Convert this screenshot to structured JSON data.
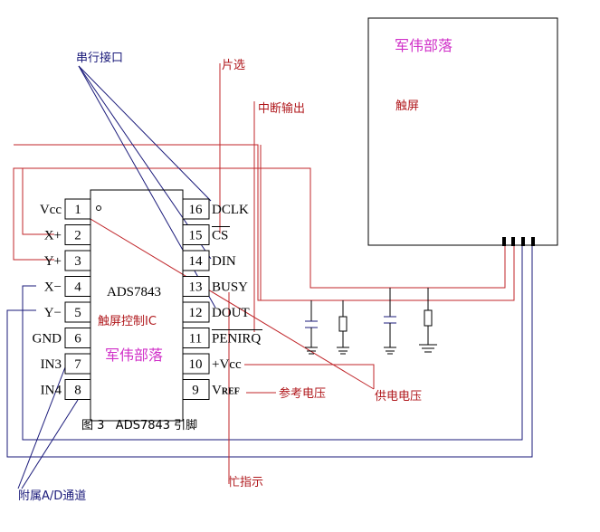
{
  "diagram": {
    "caption": "图 3   ADS7843 引脚",
    "ic": {
      "part_number": "ADS7843",
      "description": "触屏控制IC",
      "watermark": "军伟部落",
      "left_pins": [
        {
          "num": "1",
          "label": "Vcc"
        },
        {
          "num": "2",
          "label": "X+"
        },
        {
          "num": "3",
          "label": "Y+"
        },
        {
          "num": "4",
          "label": "X−"
        },
        {
          "num": "5",
          "label": "Y−"
        },
        {
          "num": "6",
          "label": "GND"
        },
        {
          "num": "7",
          "label": "IN3"
        },
        {
          "num": "8",
          "label": "IN4"
        }
      ],
      "right_pins": [
        {
          "num": "16",
          "label": "DCLK"
        },
        {
          "num": "15",
          "label": "CS"
        },
        {
          "num": "14",
          "label": "DIN"
        },
        {
          "num": "13",
          "label": "BUSY"
        },
        {
          "num": "12",
          "label": "DOUT"
        },
        {
          "num": "11",
          "label": "PENIRQ"
        },
        {
          "num": "10",
          "label": "+Vcc"
        },
        {
          "num": "9",
          "label": "V",
          "sub": "REF"
        }
      ]
    },
    "touchscreen": {
      "watermark": "军伟部落",
      "label": "触屏"
    },
    "annotations": {
      "serial_interface": "串行接口",
      "chip_select": "片选",
      "interrupt_output": "中断输出",
      "reference_voltage": "参考电压",
      "supply_voltage": "供电电压",
      "busy_indicator": "忙指示",
      "aux_ad_channels": "附属A/D通道"
    },
    "colors": {
      "red_wire": "#c0262a",
      "blue_wire": "#1a1a7a",
      "magenta_text": "#d030c8"
    }
  }
}
